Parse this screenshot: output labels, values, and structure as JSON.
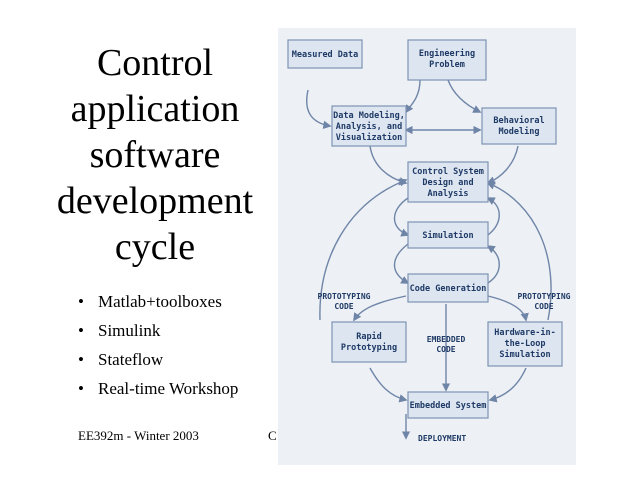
{
  "slide": {
    "title_lines": [
      "Control",
      "application",
      "software",
      "development",
      "cycle"
    ],
    "bullets": [
      "Matlab+toolboxes",
      "Simulink",
      "Stateflow",
      "Real-time Workshop"
    ],
    "bullet_glyph": "•",
    "footer_left": "EE392m - Winter 2003",
    "footer_right": "C"
  },
  "diagram": {
    "nodes": {
      "measured_data": [
        "Measured Data"
      ],
      "engineering_problem": [
        "Engineering",
        "Problem"
      ],
      "data_modeling": [
        "Data Modeling,",
        "Analysis, and",
        "Visualization"
      ],
      "behavioral_modeling": [
        "Behavioral",
        "Modeling"
      ],
      "control_design": [
        "Control System",
        "Design and",
        "Analysis"
      ],
      "simulation": [
        "Simulation"
      ],
      "code_generation": [
        "Code Generation"
      ],
      "rapid_prototyping": [
        "Rapid",
        "Prototyping"
      ],
      "hil_simulation": [
        "Hardware-in-",
        "the-Loop",
        "Simulation"
      ],
      "embedded_system": [
        "Embedded System"
      ]
    },
    "labels": {
      "prototyping_left": [
        "PROTOTYPING",
        "CODE"
      ],
      "embedded_code": [
        "EMBEDDED",
        "CODE"
      ],
      "prototyping_right": [
        "PROTOTYPING",
        "CODE"
      ],
      "deployment": [
        "DEPLOYMENT"
      ]
    },
    "colors": {
      "panel_bg": "#edf0f4",
      "box_fill": "#dce5f0",
      "box_stroke": "#7f93b3",
      "text": "#1f3a66",
      "arrow": "#6f85a8"
    }
  }
}
